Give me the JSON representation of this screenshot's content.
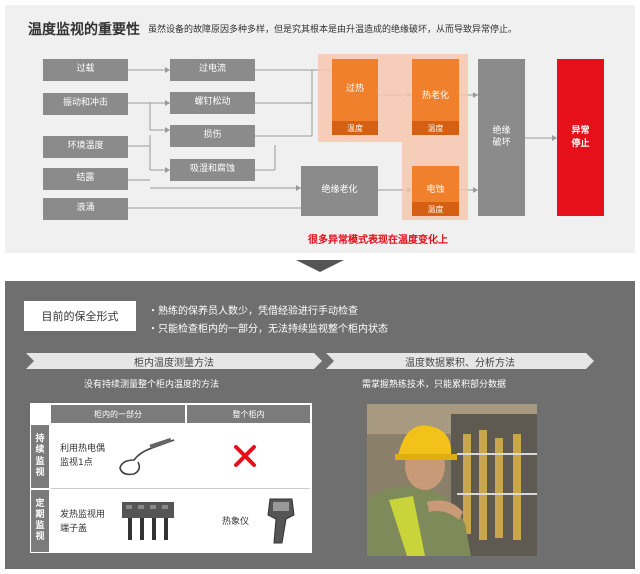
{
  "top": {
    "title": "温度监视的重要性",
    "description": "虽然设备的故障原因多种多样，但是究其根本是由升温造成的绝缘破坏，从而导致异常停止。",
    "causes": [
      "过载",
      "振动和冲击",
      "环境温度",
      "结露",
      "浪涌"
    ],
    "mid": [
      "过电流",
      "螺钉松动",
      "损伤",
      "吸湿和腐蚀",
      "绝缘老化"
    ],
    "hot": [
      {
        "label": "过热",
        "tag": "温度"
      },
      {
        "label": "热老化",
        "tag": "温度"
      },
      {
        "label": "电蚀",
        "tag": "温度"
      }
    ],
    "breakdown": "绝缘\n破坏",
    "stop": "异常\n停止",
    "note": "很多异常模式表现在温度变化上",
    "colors": {
      "gray": "#8b8b8b",
      "orange": "#f0802c",
      "red": "#e5101a"
    }
  },
  "bottom": {
    "title": "目前的保全形式",
    "bullets": [
      "・熟练的保养员人数少，凭借经验进行手动检查",
      "・只能检查柜内的一部分，无法持续监视整个柜内状态"
    ],
    "left_method": "柜内温度测量方法",
    "left_note": "没有持续测量整个柜内温度的方法",
    "right_method": "温度数据累积、分析方法",
    "right_note": "需掌握熟练技术，只能累积部分数据",
    "table": {
      "col1": "柜内的一部分",
      "col2": "整个柜内",
      "row1_head": "持\n续\n监\n视",
      "row2_head": "定\n期\n监\n视",
      "row1_col1": "利用热电偶\n监视1点",
      "row2_col1": "发热监视用\n端子盖",
      "row2_col2": "热象仪"
    }
  }
}
